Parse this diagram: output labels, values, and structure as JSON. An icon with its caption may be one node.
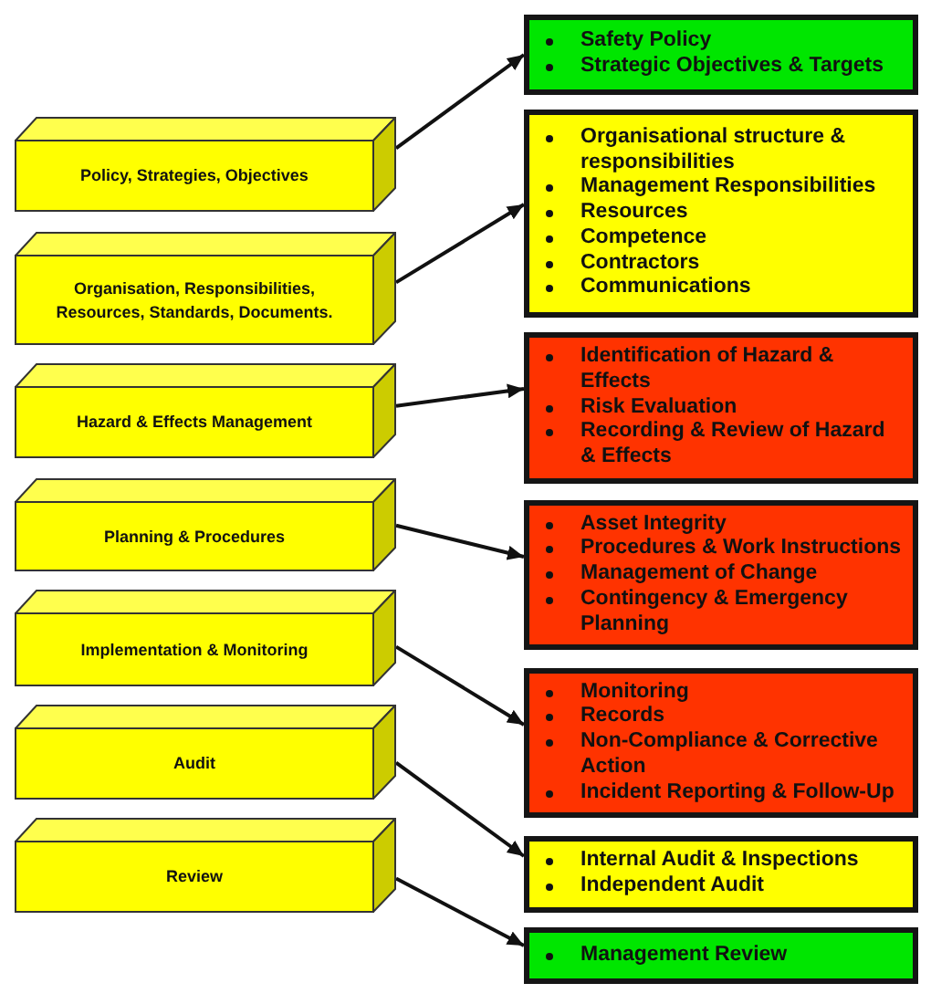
{
  "diagram": {
    "nodes": [
      {
        "text": [
          "Policy, Strategies, Objectives"
        ]
      },
      {
        "text": [
          "Organisation, Responsibilities, Resources, Standards, Documents."
        ]
      },
      {
        "text": [
          "Hazard & Effects Management"
        ]
      },
      {
        "text": [
          "Planning & Procedures"
        ]
      },
      {
        "text": [
          "Implementation & Monitoring"
        ]
      },
      {
        "text": [
          "Audit"
        ]
      },
      {
        "text": [
          "Review"
        ]
      },
      {
        "text": [
          "Safety Policy",
          "Strategic Objectives & Targets"
        ]
      },
      {
        "text": [
          "Organisational structure & responsibilities",
          "Management Responsibilities",
          "Resources",
          "Competence",
          "Contractors",
          "Communications"
        ]
      },
      {
        "text": [
          "Identification of Hazard & Effects",
          "Risk Evaluation",
          "Recording & Review of Hazard & Effects"
        ]
      },
      {
        "text": [
          "Asset Integrity",
          "Procedures & Work Instructions",
          "Management of Change",
          "Contingency & Emergency Planning"
        ]
      },
      {
        "text": [
          "Monitoring",
          "Records",
          "Non-Compliance & Corrective Action",
          "Incident Reporting & Follow-Up"
        ]
      },
      {
        "text": [
          "Internal Audit & Inspections",
          "Independent Audit"
        ]
      },
      {
        "text": [
          "Management Review"
        ]
      }
    ],
    "edges": [
      {
        "from": 0,
        "to": 7,
        "arrow": "to"
      },
      {
        "from": 1,
        "to": 8,
        "arrow": "to"
      },
      {
        "from": 2,
        "to": 9,
        "arrow": "to"
      },
      {
        "from": 3,
        "to": 10,
        "arrow": "to"
      },
      {
        "from": 4,
        "to": 11,
        "arrow": "to"
      },
      {
        "from": 5,
        "to": 12,
        "arrow": "to"
      },
      {
        "from": 6,
        "to": 13,
        "arrow": "to"
      }
    ]
  }
}
